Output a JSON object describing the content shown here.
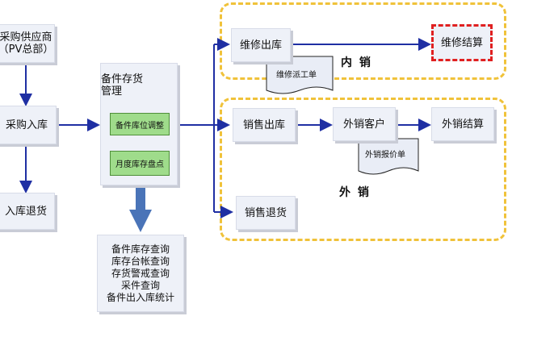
{
  "nodes": {
    "supplier": [
      "采购供应商",
      "（PV总部）"
    ],
    "purchase_in": "采购入库",
    "return_in": "入库退货",
    "inventory_mgmt": [
      "备件存货",
      "管理"
    ],
    "location_adjust": "备件库位调整",
    "monthly_count": "月度库存盘点",
    "reports": [
      "备件库存查询",
      "库存台帐查询",
      "存货警戒查询",
      "采件查询",
      "备件出入库统计"
    ],
    "repair_out": "维修出库",
    "repair_order": "维修派工单",
    "repair_settle": "维修结算",
    "sales_out": "销售出库",
    "external_customer": "外销客户",
    "external_quote": "外销报价单",
    "external_settle": "外销结算",
    "sales_return": "销售退货"
  },
  "groups": {
    "internal_sales": "内 销",
    "external_sales": "外 销"
  },
  "colors": {
    "arrow": "#1f2fa3",
    "group_border": "#f0c23a",
    "highlight_border": "#e02020",
    "green_box": "#9fdc8b",
    "big_arrow": "#4a74b8"
  }
}
